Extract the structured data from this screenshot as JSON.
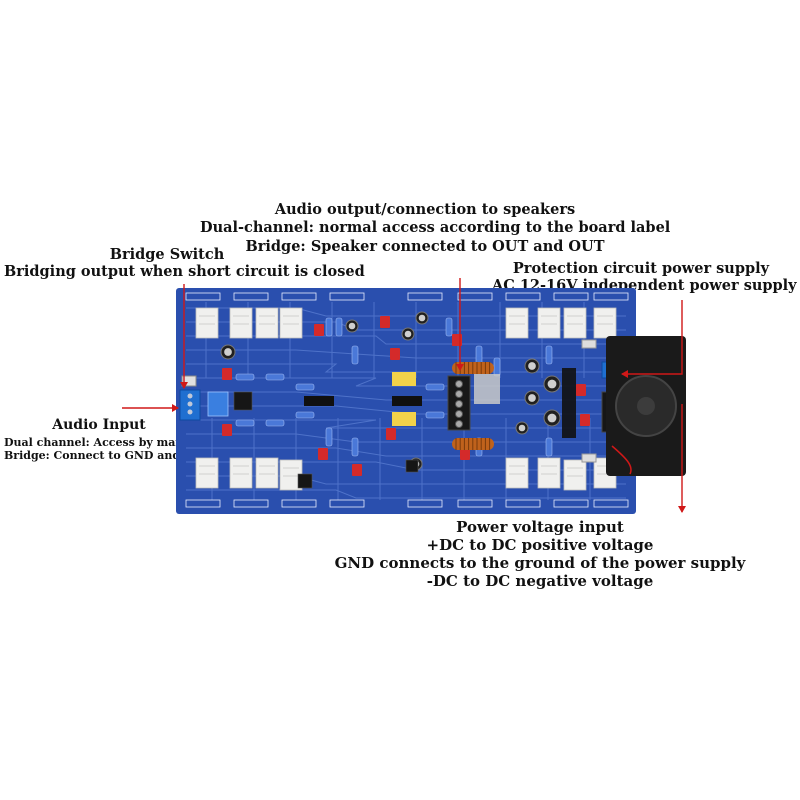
{
  "labels": {
    "audio_output": {
      "line1": "Audio output/connection to speakers",
      "line2": "Dual-channel: normal access according to the board label",
      "line3": "Bridge: Speaker connected to OUT and OUT"
    },
    "bridge_switch": {
      "line1": "Bridge Switch",
      "line2": "Bridging output when short circuit is closed"
    },
    "protection": {
      "line1": "Protection circuit power supply",
      "line2": "AC 12-16V independent power supply"
    },
    "audio_input": {
      "line1": "Audio Input",
      "line2": "Dual channel: Access by mark",
      "line3": "Bridge: Connect to GND and RIN"
    },
    "power_input": {
      "line1": "Power voltage input",
      "line2": "+DC to DC positive voltage",
      "line3": "GND connects to the ground of the power supply",
      "line4": "-DC to DC negative voltage"
    }
  },
  "colors": {
    "board": "#2a4fae",
    "board_dark": "#1d3c8f",
    "trace": "#6c8fe0",
    "arrow": "#d01818",
    "transistor": "#f0f0ee",
    "resistor": "#4a78d8",
    "capacitor_red": "#d42a2a",
    "terminal_blue": "#1f6fd0",
    "fan": "#1a1a1a",
    "copper": "#c0621c"
  },
  "icons": {
    "fan": "fan-icon",
    "arrow": "arrow-icon"
  }
}
